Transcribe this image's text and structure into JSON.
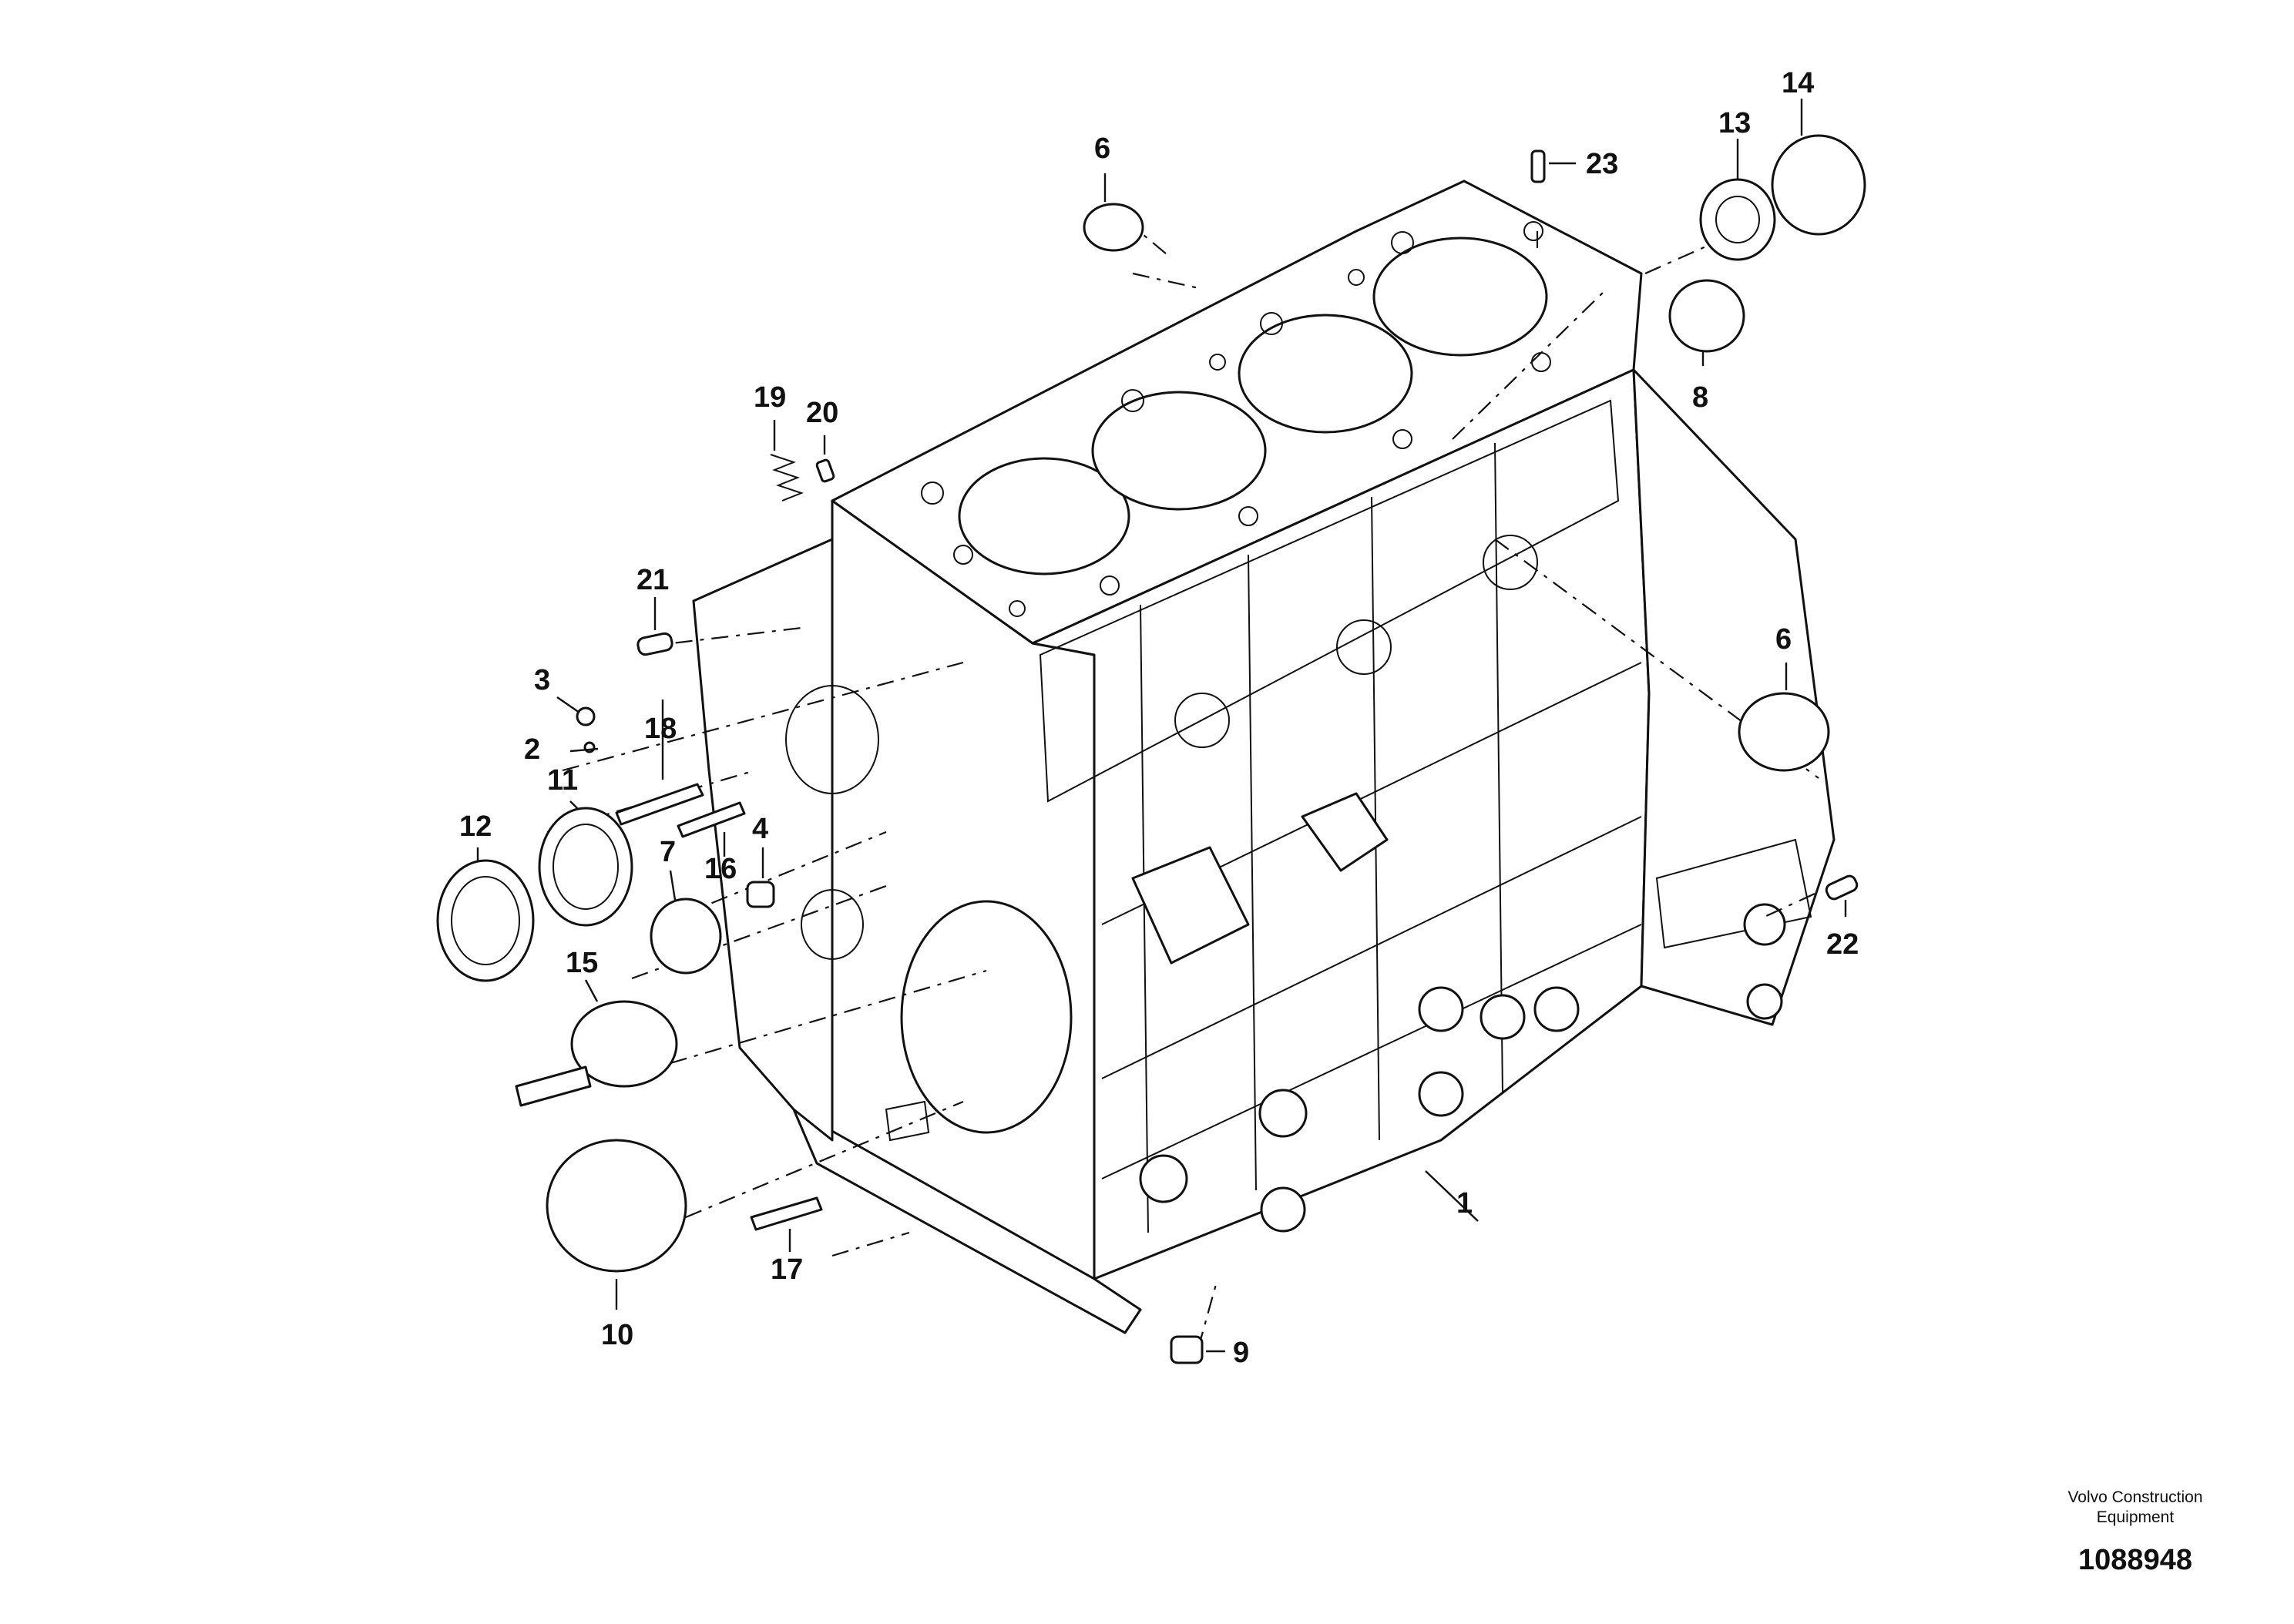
{
  "diagram": {
    "callouts": [
      "1",
      "2",
      "3",
      "4",
      "6",
      "6",
      "7",
      "8",
      "9",
      "10",
      "11",
      "12",
      "13",
      "14",
      "15",
      "16",
      "17",
      "18",
      "19",
      "20",
      "21",
      "22",
      "23"
    ],
    "footer": {
      "company": "Volvo Construction Equipment",
      "drawing_number": "1088948"
    }
  }
}
